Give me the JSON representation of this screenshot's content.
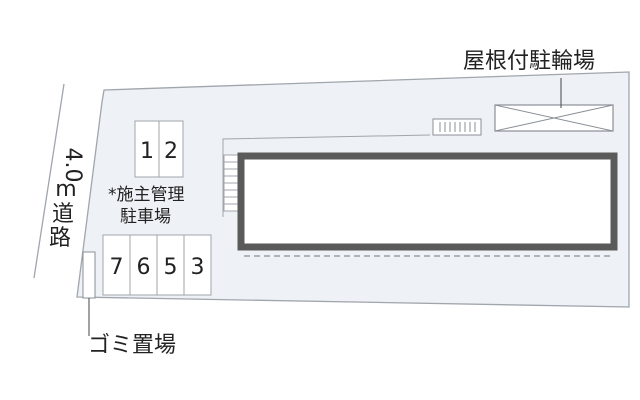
{
  "labels": {
    "road_width": "4.0",
    "road_unit": "m",
    "road_char_1": "道",
    "road_char_2": "路",
    "bike_parking": "屋根付駐輪場",
    "garbage": "ゴミ置場",
    "parking_note_line1": "*施主管理",
    "parking_note_line2": "駐車場"
  },
  "parking_top": [
    "1",
    "2"
  ],
  "parking_bottom": [
    "7",
    "6",
    "5",
    "3"
  ],
  "colors": {
    "site_fill": "#eef1f5",
    "line": "#a0a6ad",
    "building_wall": "#5a5a5a",
    "building_fill": "#ffffff",
    "text": "#222222"
  }
}
